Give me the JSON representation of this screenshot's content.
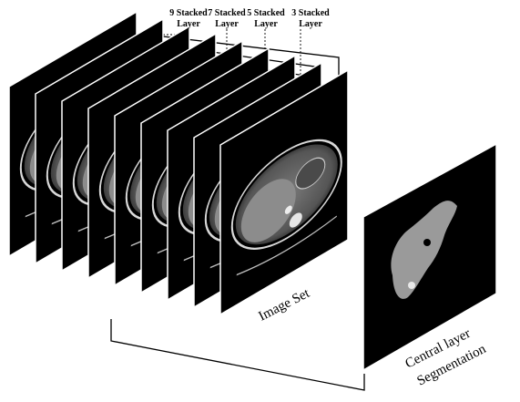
{
  "stack_labels": [
    {
      "line1": "9 Stacked",
      "line2": "Layer"
    },
    {
      "line1": "7 Stacked",
      "line2": "Layer"
    },
    {
      "line1": "5 Stacked",
      "line2": "Layer"
    },
    {
      "line1": "3 Stacked",
      "line2": "Layer"
    }
  ],
  "image_set_label": "Image Set",
  "segmentation_label": {
    "line1": "Central layer",
    "line2": "Segmentation"
  },
  "slice_count": 9,
  "colors": {
    "slice_bg": "#000000",
    "slice_edge": "#ffffff",
    "tissue": "#6e6e6e",
    "liver": "#8c8c8c",
    "segmentation_mask": "#9a9a9a",
    "lines": "#000000"
  }
}
